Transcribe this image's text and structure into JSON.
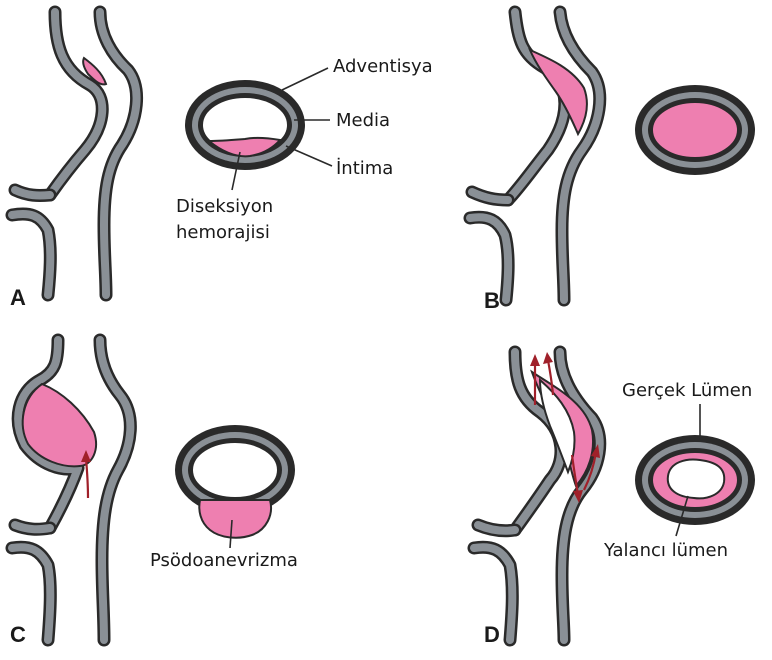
{
  "panels": {
    "A": {
      "letter": "A",
      "labels": {
        "adventisya": "Adventisya",
        "media": "Media",
        "intima": "İntima",
        "diseksiyon": "Diseksiyon",
        "hemorajisi": "hemorajisi"
      }
    },
    "B": {
      "letter": "B"
    },
    "C": {
      "letter": "C",
      "labels": {
        "psodoanevrizma": "Psödoanevrizma"
      }
    },
    "D": {
      "letter": "D",
      "labels": {
        "gercek_lumen": "Gerçek Lümen",
        "yalanci_lumen": "Yalancı lümen"
      }
    }
  },
  "colors": {
    "wall_outer": "#2a2a2a",
    "wall_media": "#8a9096",
    "hemorrhage": "#ee7fb0",
    "arrow": "#a0202a"
  }
}
